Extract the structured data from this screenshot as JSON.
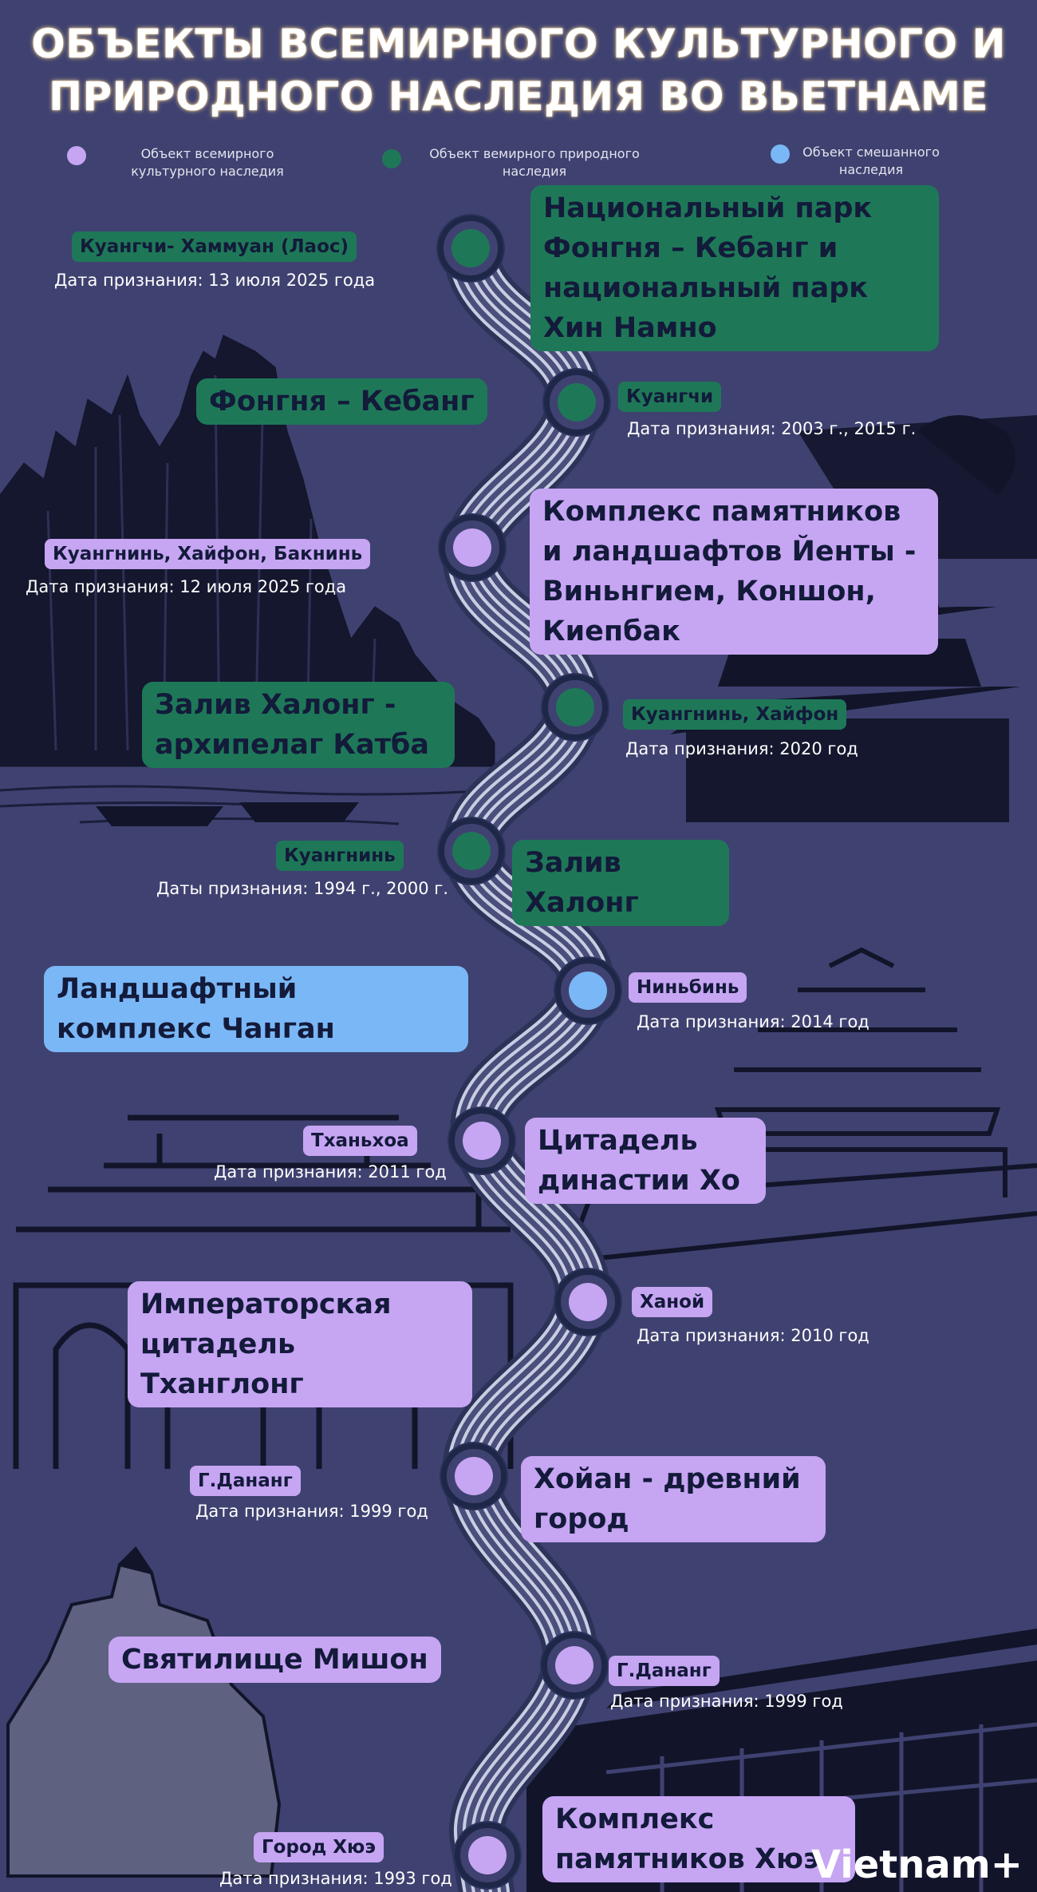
{
  "title": {
    "line1": "ОБЪЕКТЫ ВСЕМИРНОГО КУЛЬТУРНОГО И",
    "line2": "ПРИРОДНОГО НАСЛЕДИЯ ВО ВЬЕТНАМЕ"
  },
  "legend": {
    "cultural": "Объект всемирного культурного  наследия",
    "natural": "Объект вемирного природного наследия",
    "mixed": "Объект смешанного наследия"
  },
  "colors": {
    "background": "#3f4270",
    "cultural": "#c6a5f3",
    "natural": "#1e7858",
    "mixed": "#7ab7f6"
  },
  "sites": [
    {
      "name": "Национальный парк Фонгня – Кебанг и национальный парк Хин Намно",
      "location": "Куангчи- Хаммуан (Лаос)",
      "date": "Дата признания: 13 июля 2025 года",
      "category": "natural"
    },
    {
      "name": "Фонгня – Кебанг",
      "location": "Куангчи",
      "date": "Дата признания: 2003 г., 2015 г.",
      "category": "natural"
    },
    {
      "name": "Комплекс памятников и ландшафтов Йенты - Виньнгием, Коншон, Киепбак",
      "location": "Куангнинь, Хайфон, Бакнинь",
      "date": "Дата признания: 12 июля 2025 года",
      "category": "cultural"
    },
    {
      "name": "Залив Халонг - архипелаг Катба",
      "location": "Куангнинь, Хайфон",
      "date": "Дата признания: 2020 год",
      "category": "natural"
    },
    {
      "name": "Залив Халонг",
      "location": "Куангнинь",
      "date": "Даты признания: 1994 г., 2000 г.",
      "category": "natural"
    },
    {
      "name": "Ландшафтный комплекс Чанган",
      "location": "Ниньбинь",
      "date": "Дата признания: 2014 год",
      "category": "mixed"
    },
    {
      "name": "Цитадель династии Хо",
      "location": "Тханьхоа",
      "date": "Дата признания: 2011 год",
      "category": "cultural"
    },
    {
      "name": "Императорская цитадель Тханглонг",
      "location": "Ханой",
      "date": "Дата признания: 2010 год",
      "category": "cultural"
    },
    {
      "name": "Хойан - древний город",
      "location": "Г.Дананг",
      "date": "Дата признания: 1999 год",
      "category": "cultural"
    },
    {
      "name": "Святилище Мишон",
      "location": "Г.Дананг",
      "date": "Дата признания: 1999 год",
      "category": "cultural"
    },
    {
      "name": "Комплекс памятников Хюэ",
      "location": "Город Хюэ",
      "date": "Дата признания: 1993 год",
      "category": "cultural"
    }
  ],
  "logo": "Vietnam+"
}
